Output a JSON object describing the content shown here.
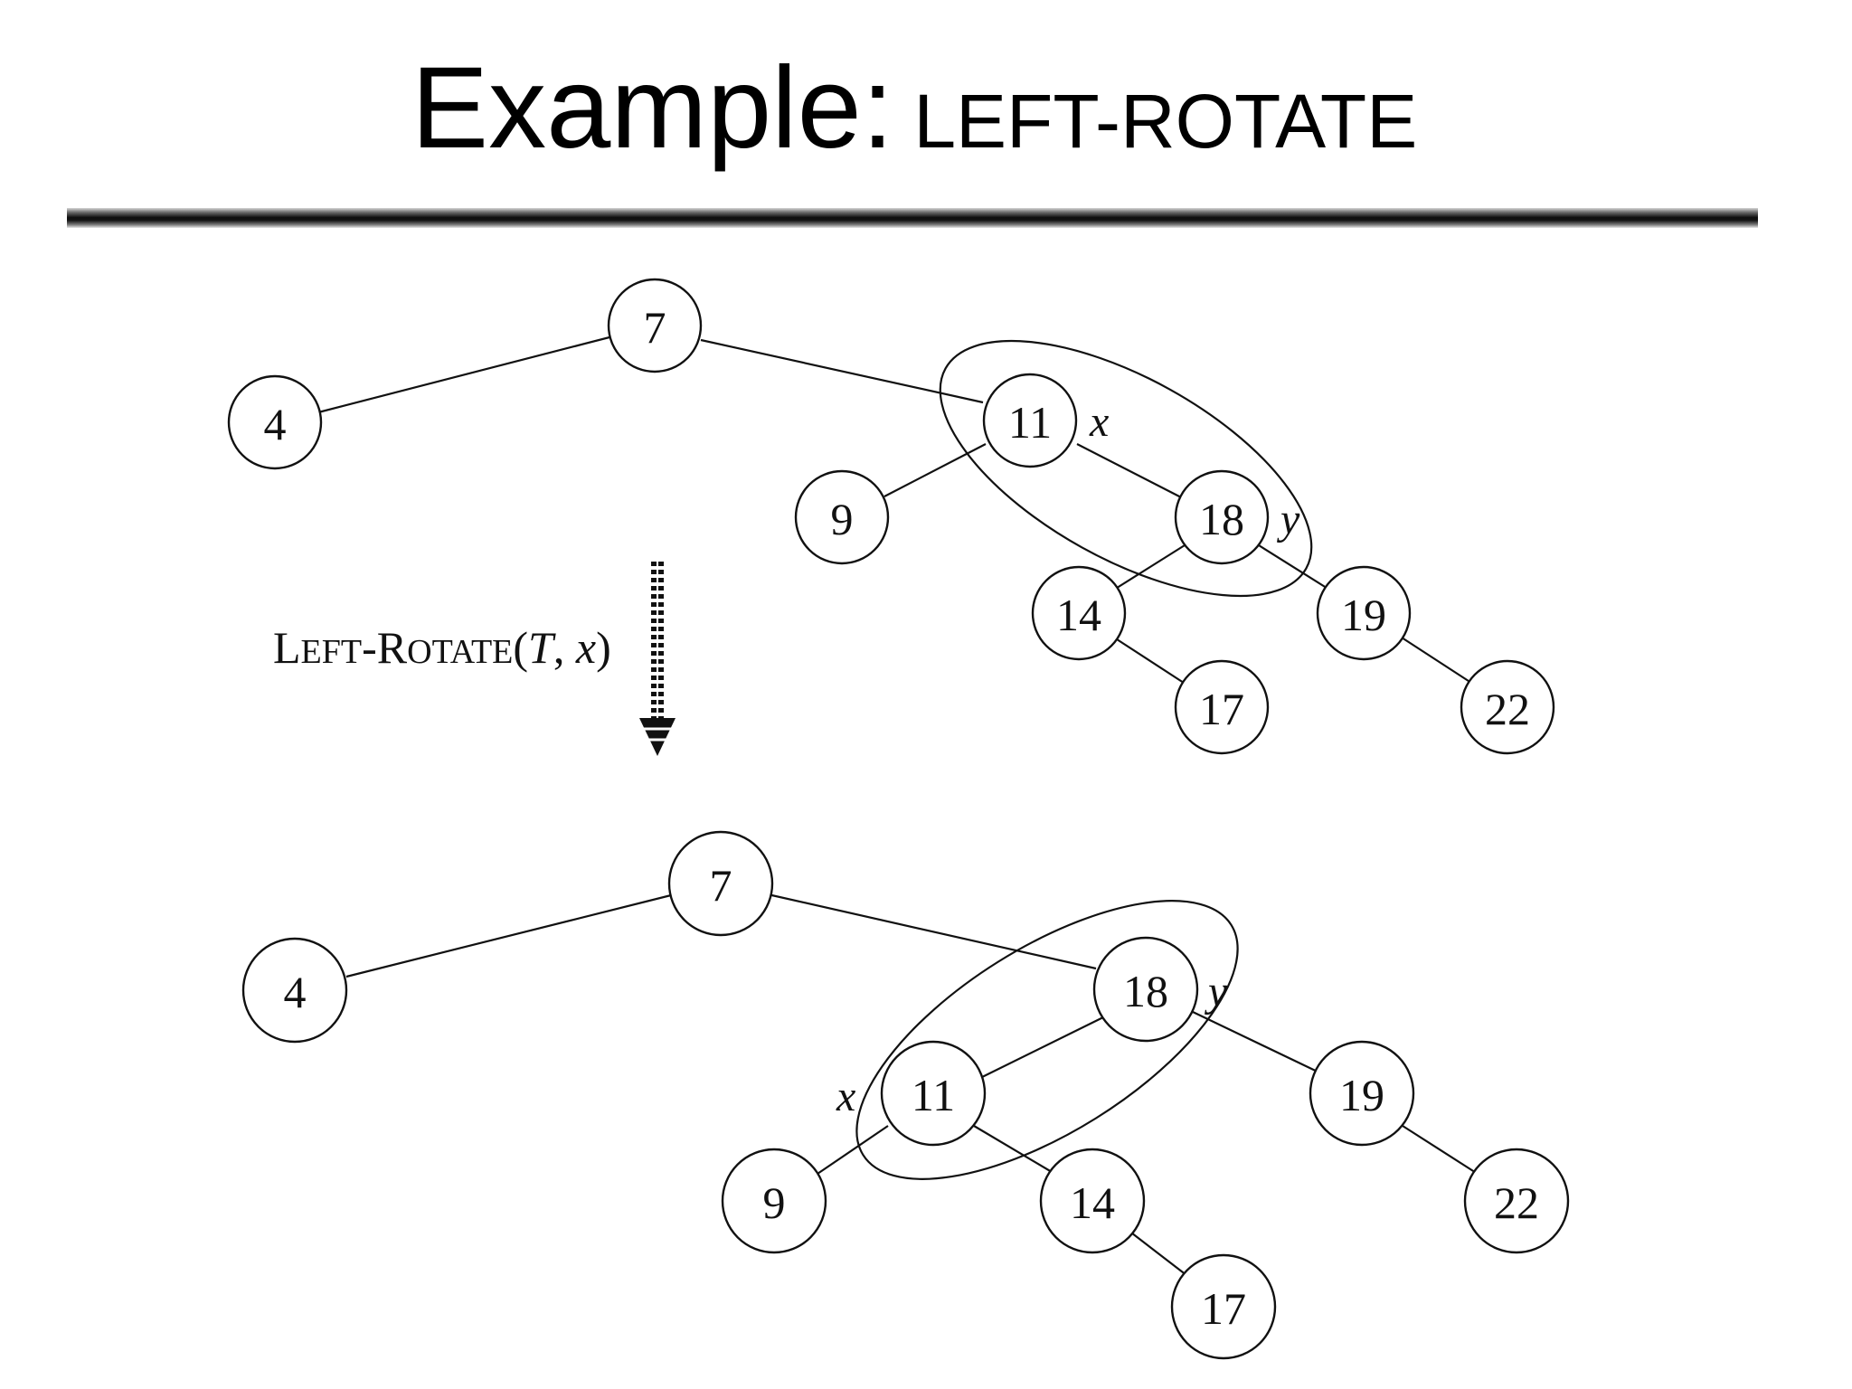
{
  "slide": {
    "title": "Example:",
    "title_command": "LEFT-ROTATE"
  },
  "operation": {
    "big_l": "L",
    "small_eft": "EFT",
    "dash": "-",
    "big_r": "R",
    "small_otate": "OTATE",
    "open_paren": "(",
    "arg_t": "T",
    "comma": ", ",
    "arg_x": "x",
    "close_paren": ")"
  },
  "before": {
    "nodes": {
      "n7": "7",
      "n4": "4",
      "n11": "11",
      "n9": "9",
      "n18": "18",
      "n14": "14",
      "n19": "19",
      "n17": "17",
      "n22": "22"
    },
    "labels": {
      "x": "x",
      "y": "y"
    }
  },
  "after": {
    "nodes": {
      "n7": "7",
      "n4": "4",
      "n18": "18",
      "n11": "11",
      "n19": "19",
      "n9": "9",
      "n14": "14",
      "n22": "22",
      "n17": "17"
    },
    "labels": {
      "x": "x",
      "y": "y"
    }
  },
  "colors": {
    "ink": "#111111",
    "background": "#ffffff"
  }
}
